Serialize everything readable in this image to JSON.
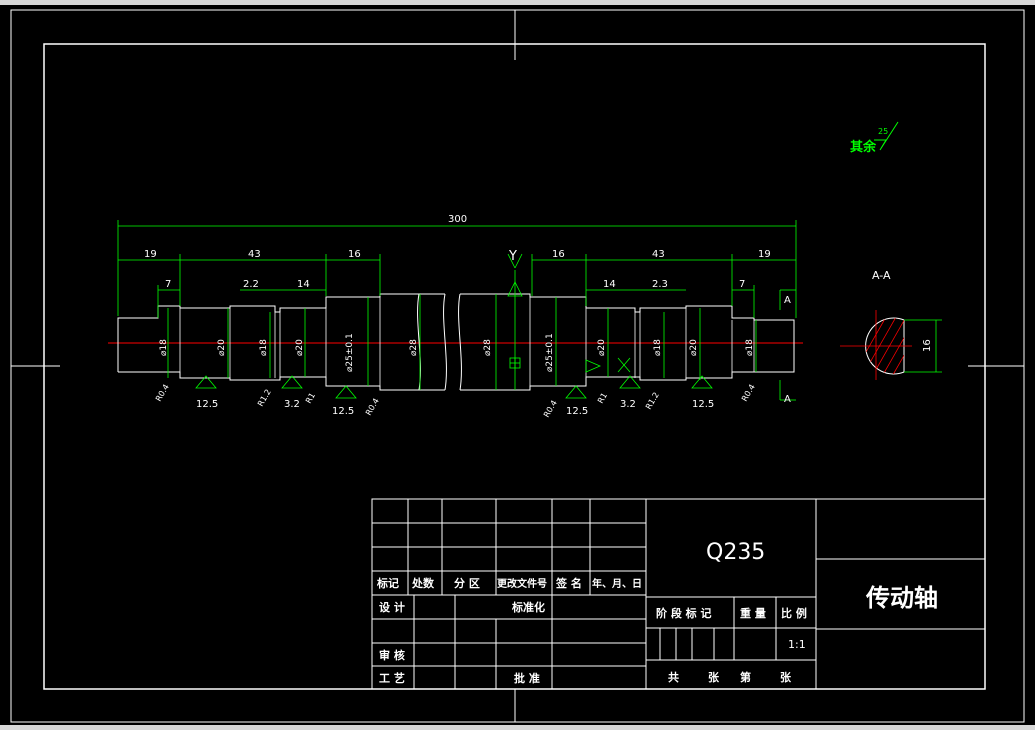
{
  "drawing": {
    "general_roughness": {
      "label": "其余",
      "value": "25"
    },
    "section": {
      "title": "A-A",
      "key_depth": "16",
      "cut_label_top": "A",
      "cut_label_bottom": "A"
    },
    "overall_length": "300",
    "view_letter": "Y",
    "dims_top_left": [
      "19",
      "43",
      "16"
    ],
    "dims_top_right": [
      "16",
      "43",
      "19"
    ],
    "dims_second_left": [
      "7",
      "2.2",
      "14"
    ],
    "dims_second_right": [
      "14",
      "2.3",
      "7"
    ],
    "diameters_left": [
      "⌀18",
      "⌀20",
      "⌀18",
      "⌀20",
      "⌀25±0.1",
      "⌀28"
    ],
    "diameters_right": [
      "⌀28",
      "⌀25±0.1",
      "⌀20",
      "⌀18",
      "⌀20",
      "⌀18"
    ],
    "roughness_marks": [
      "12.5",
      "3.2",
      "12.5",
      "12.5",
      "3.2",
      "12.5"
    ],
    "radii_labels": [
      "R0.4",
      "R1.2",
      "R1",
      "R0.4",
      "R0.4",
      "R1",
      "R1.2",
      "R0.4"
    ]
  },
  "title_block": {
    "material": "Q235",
    "part_name": "传动轴",
    "rev_headers": [
      "标记",
      "处数",
      "分 区",
      "更改文件号",
      "签 名",
      "年、月、日"
    ],
    "roles": {
      "design": "设 计",
      "standard": "标准化",
      "review": "审 核",
      "process": "工 艺",
      "approve": "批 准"
    },
    "stage_headers": [
      "阶 段 标 记",
      "重 量",
      "比 例"
    ],
    "scale": "1:1",
    "sheet_text": [
      "共",
      "张",
      "第",
      "张"
    ]
  },
  "colors": {
    "dimension": "#00ff00",
    "outline": "#ffffff",
    "centerline": "#ff0000",
    "hatch": "#ff0000",
    "background": "#000000"
  }
}
